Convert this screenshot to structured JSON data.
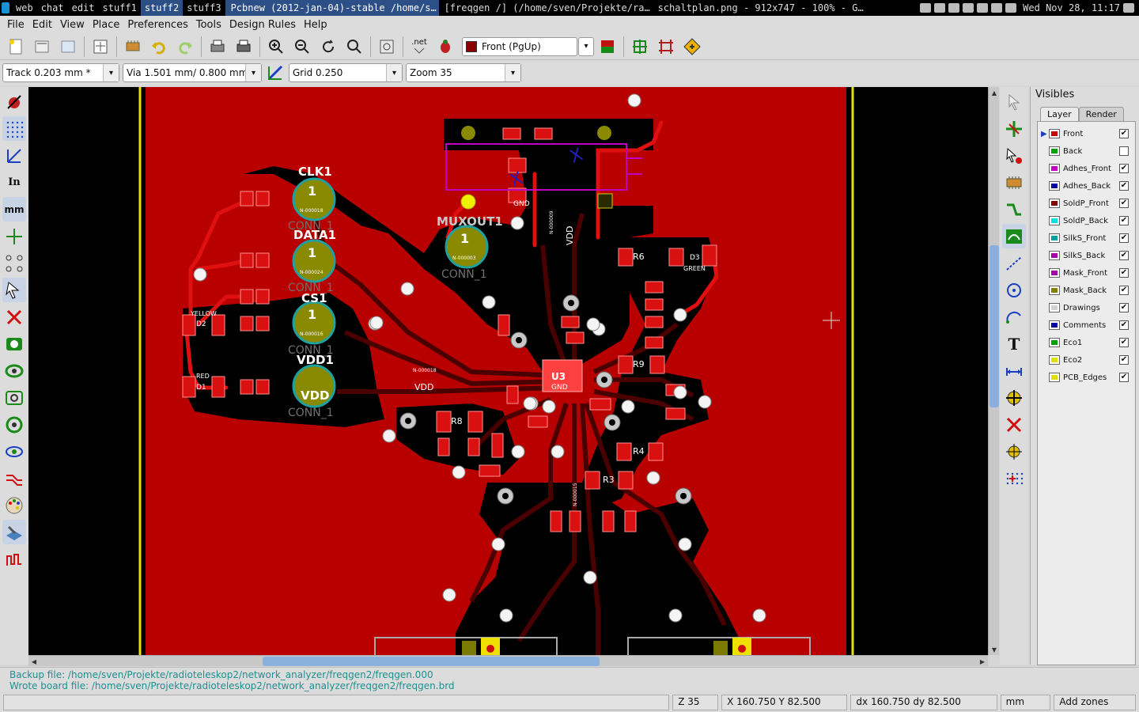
{
  "taskbar": {
    "workspaces": [
      {
        "label": "web",
        "active": false
      },
      {
        "label": "chat",
        "active": false
      },
      {
        "label": "edit",
        "active": false
      },
      {
        "label": "stuff1",
        "active": false
      },
      {
        "label": "stuff2",
        "active": true
      },
      {
        "label": "stuff3",
        "active": false
      }
    ],
    "windows": [
      {
        "title": "Pcbnew (2012-jan-04)-stable /home/s…",
        "active": true,
        "icon": "pcbnew-icon"
      },
      {
        "title": "[freqgen /] (/home/sven/Projekte/ra…",
        "active": false,
        "icon": "terminal-icon"
      },
      {
        "title": "schaltplan.png - 912x747 - 100% - G…",
        "active": false,
        "icon": "image-viewer-icon"
      }
    ],
    "clock": "Wed Nov 28, 11:17"
  },
  "menubar": [
    "File",
    "Edit",
    "View",
    "Place",
    "Preferences",
    "Tools",
    "Design Rules",
    "Help"
  ],
  "toolbar": {
    "layer_select": "Front (PgUp)",
    "layer_color": "#8b0000"
  },
  "optbar": {
    "track": "Track 0.203 mm *",
    "via": "Via 1.501 mm/ 0.800 mm",
    "grid": "Grid 0.250",
    "zoom": "Zoom 35"
  },
  "visibles": {
    "title": "Visibles",
    "tabs": [
      {
        "label": "Layer",
        "active": true
      },
      {
        "label": "Render",
        "active": false
      }
    ],
    "layers": [
      {
        "name": "Front",
        "color": "#c00000",
        "checked": true,
        "current": true
      },
      {
        "name": "Back",
        "color": "#00a000",
        "checked": false,
        "current": false
      },
      {
        "name": "Adhes_Front",
        "color": "#c000c0",
        "checked": true,
        "current": false
      },
      {
        "name": "Adhes_Back",
        "color": "#0000a0",
        "checked": true,
        "current": false
      },
      {
        "name": "SoldP_Front",
        "color": "#800000",
        "checked": true,
        "current": false
      },
      {
        "name": "SoldP_Back",
        "color": "#00e0e0",
        "checked": true,
        "current": false
      },
      {
        "name": "SilkS_Front",
        "color": "#00a0a0",
        "checked": true,
        "current": false
      },
      {
        "name": "SilkS_Back",
        "color": "#a000a0",
        "checked": true,
        "current": false
      },
      {
        "name": "Mask_Front",
        "color": "#a000a0",
        "checked": true,
        "current": false
      },
      {
        "name": "Mask_Back",
        "color": "#808000",
        "checked": true,
        "current": false
      },
      {
        "name": "Drawings",
        "color": "#d0d0d0",
        "checked": true,
        "current": false
      },
      {
        "name": "Comments",
        "color": "#0000a0",
        "checked": true,
        "current": false
      },
      {
        "name": "Eco1",
        "color": "#00a000",
        "checked": true,
        "current": false
      },
      {
        "name": "Eco2",
        "color": "#e0e000",
        "checked": true,
        "current": false
      },
      {
        "name": "PCB_Edges",
        "color": "#e0e000",
        "checked": true,
        "current": false
      }
    ]
  },
  "messages": [
    "Backup file: /home/sven/Projekte/radioteleskop2/network_analyzer/freqgen2/freqgen.000",
    "Wrote board file: /home/sven/Projekte/radioteleskop2/network_analyzer/freqgen2/freqgen.brd"
  ],
  "status": {
    "zoom": "Z 35",
    "xy": "X 160.750  Y 82.500",
    "dxdy": "dx 160.750  dy 82.500",
    "units": "mm",
    "mode": "Add zones"
  },
  "pcb": {
    "connectors": [
      {
        "ref": "CLK1",
        "pin": "1",
        "net": "N-000018",
        "value": "CONN_1"
      },
      {
        "ref": "DATA1",
        "pin": "1",
        "net": "N-000024",
        "value": "CONN_1"
      },
      {
        "ref": "CS1",
        "pin": "1",
        "net": "N-000016",
        "value": "CONN_1"
      },
      {
        "ref": "VDD1",
        "pin": "VDD",
        "net": "",
        "value": "CONN_1"
      },
      {
        "ref": "MUXOUT1",
        "pin": "1",
        "net": "N-000003",
        "value": "CONN_1"
      }
    ],
    "labels": [
      "VDD",
      "GND",
      "U3",
      "YELLOW",
      "RED",
      "GREEN",
      "D1",
      "D2",
      "D3",
      "R8",
      "R9",
      "R3",
      "R4",
      "R6",
      "N-000018",
      "N-000009",
      "N-000015",
      "VDD"
    ]
  }
}
